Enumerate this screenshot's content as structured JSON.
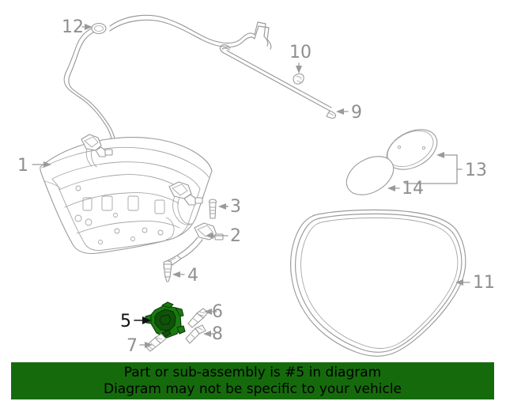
{
  "diagram": {
    "title": "Trunk lid and latch exploded parts diagram",
    "highlight_color": "#1a7a10",
    "line_color": "#9a9a9a",
    "label_color": "#8f8f8f",
    "highlight_label_color": "#111111",
    "callouts": [
      {
        "number": "1",
        "part": "trunk-lid",
        "highlighted": false
      },
      {
        "number": "2",
        "part": "trunk-hinge",
        "highlighted": false
      },
      {
        "number": "3",
        "part": "hinge-bolt-upper",
        "highlighted": false
      },
      {
        "number": "4",
        "part": "hinge-bolt-lower",
        "highlighted": false
      },
      {
        "number": "5",
        "part": "trunk-lid-latch",
        "highlighted": true
      },
      {
        "number": "6",
        "part": "latch-screw-upper",
        "highlighted": false
      },
      {
        "number": "7",
        "part": "latch-screw-left",
        "highlighted": false
      },
      {
        "number": "8",
        "part": "latch-screw-lower",
        "highlighted": false
      },
      {
        "number": "9",
        "part": "release-rod-end",
        "highlighted": false
      },
      {
        "number": "10",
        "part": "release-rod-clip",
        "highlighted": false
      },
      {
        "number": "11",
        "part": "trunk-weatherstrip",
        "highlighted": false
      },
      {
        "number": "12",
        "part": "release-cable-grommet",
        "highlighted": false
      },
      {
        "number": "13",
        "part": "access-hole-cover-upper",
        "highlighted": false
      },
      {
        "number": "14",
        "part": "access-hole-cover-lower",
        "highlighted": false
      }
    ]
  },
  "notice": {
    "line1": "Part or sub-assembly is #5 in diagram",
    "line2": "Diagram may not be specific to your vehicle",
    "background": "#156b0c",
    "text_color": "#000000"
  }
}
